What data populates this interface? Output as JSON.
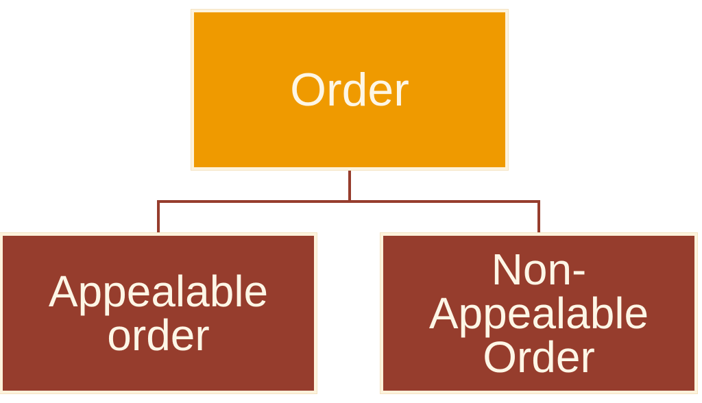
{
  "diagram": {
    "root": {
      "label": "Order"
    },
    "children": [
      {
        "label": "Appealable\norder"
      },
      {
        "label": "Non-\nAppealable\nOrder"
      }
    ]
  },
  "colors": {
    "root_fill": "#ef9a00",
    "child_fill": "#963d2d",
    "connector": "#963d2d",
    "text": "#fdf6e6",
    "node_border": "#fdf3dd"
  }
}
